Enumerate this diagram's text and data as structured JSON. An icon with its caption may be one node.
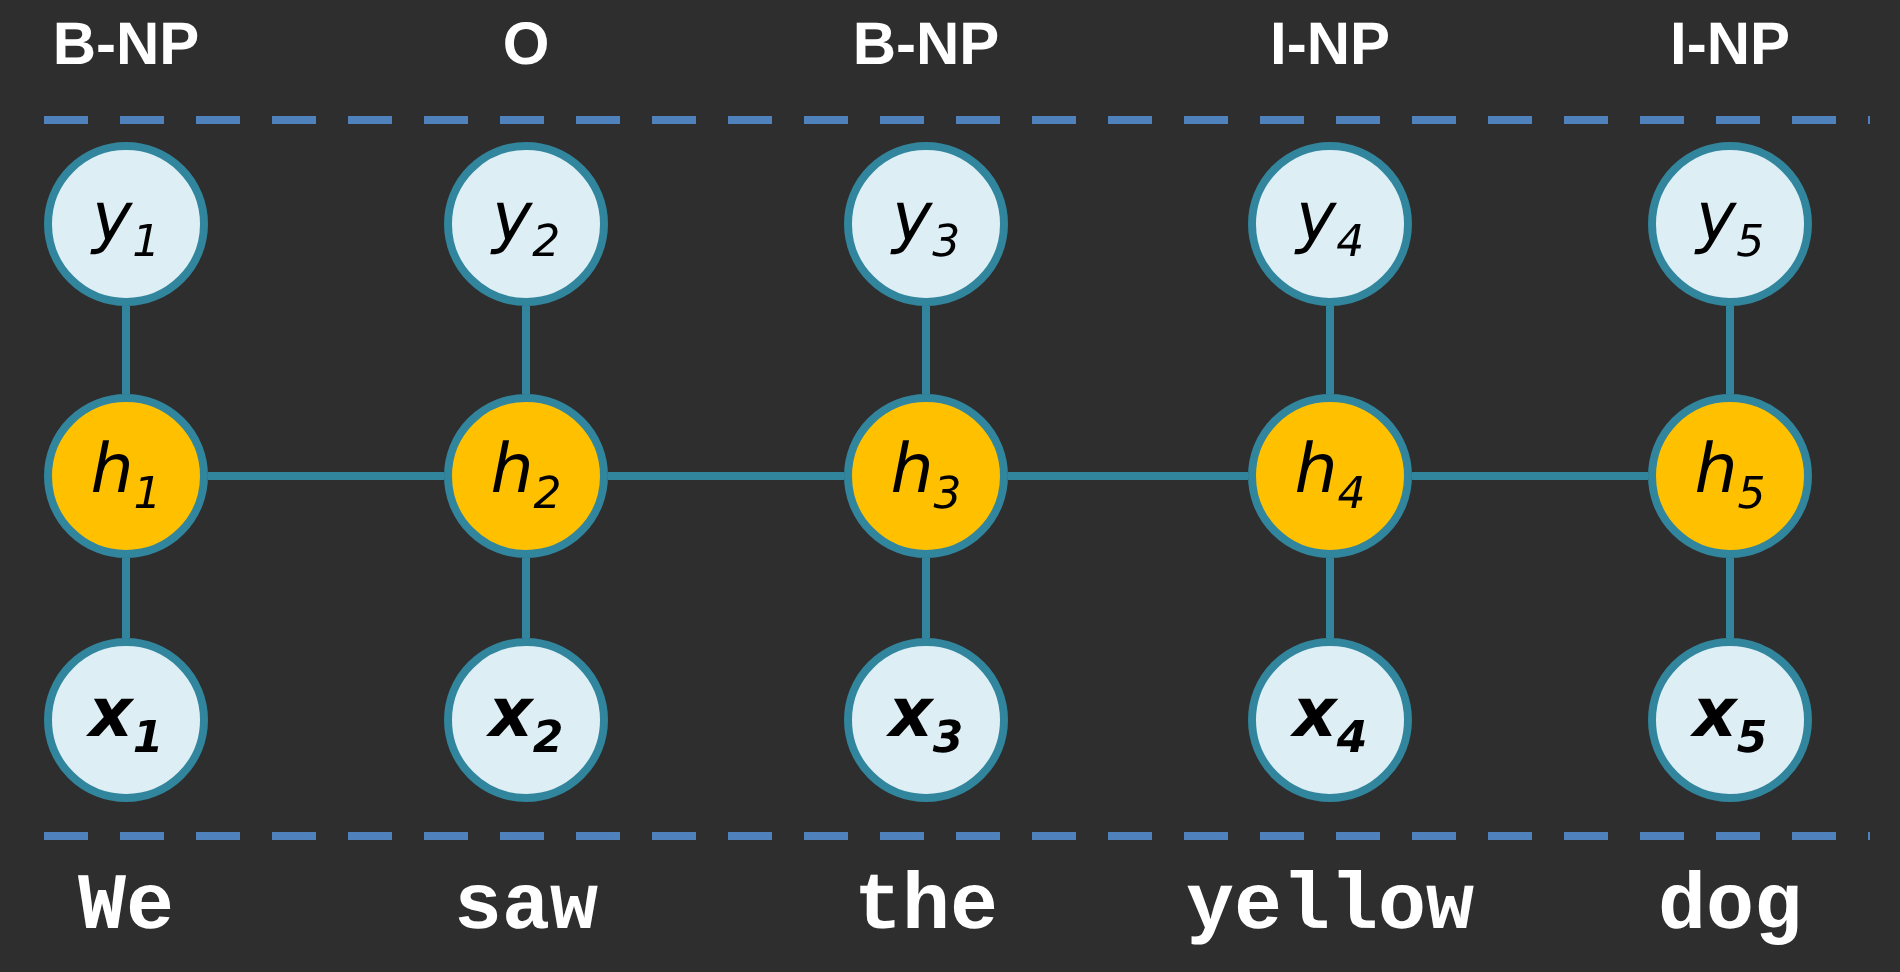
{
  "diagram": {
    "nodes": [
      {
        "text": [
          "y$_{1}$"
        ]
      },
      {
        "text": [
          "y$_{2}$"
        ]
      },
      {
        "text": [
          "y$_{3}$"
        ]
      },
      {
        "text": [
          "y$_{4}$"
        ]
      },
      {
        "text": [
          "y$_{5}$"
        ]
      },
      {
        "text": [
          "h$_{1}$"
        ]
      },
      {
        "text": [
          "h$_{2}$"
        ]
      },
      {
        "text": [
          "h$_{3}$"
        ]
      },
      {
        "text": [
          "h$_{4}$"
        ]
      },
      {
        "text": [
          "h$_{5}$"
        ]
      },
      {
        "text": [
          "x$_{1}$"
        ]
      },
      {
        "text": [
          "x$_{2}$"
        ]
      },
      {
        "text": [
          "x$_{3}$"
        ]
      },
      {
        "text": [
          "x$_{4}$"
        ]
      },
      {
        "text": [
          "x$_{5}$"
        ]
      }
    ],
    "edges": [
      {
        "from": 10,
        "to": 5,
        "arrow": "none"
      },
      {
        "from": 11,
        "to": 6,
        "arrow": "none"
      },
      {
        "from": 12,
        "to": 7,
        "arrow": "none"
      },
      {
        "from": 13,
        "to": 8,
        "arrow": "none"
      },
      {
        "from": 14,
        "to": 9,
        "arrow": "none"
      },
      {
        "from": 5,
        "to": 0,
        "arrow": "none"
      },
      {
        "from": 6,
        "to": 1,
        "arrow": "none"
      },
      {
        "from": 7,
        "to": 2,
        "arrow": "none"
      },
      {
        "from": 8,
        "to": 3,
        "arrow": "none"
      },
      {
        "from": 9,
        "to": 4,
        "arrow": "none"
      },
      {
        "from": 5,
        "to": 6,
        "arrow": "none"
      },
      {
        "from": 6,
        "to": 7,
        "arrow": "none"
      },
      {
        "from": 7,
        "to": 8,
        "arrow": "none"
      },
      {
        "from": 8,
        "to": 9,
        "arrow": "none"
      }
    ],
    "labels": [
      "B-NP",
      "O",
      "B-NP",
      "I-NP",
      "I-NP",
      "We",
      "saw",
      "the",
      "yellow",
      "dog"
    ]
  }
}
